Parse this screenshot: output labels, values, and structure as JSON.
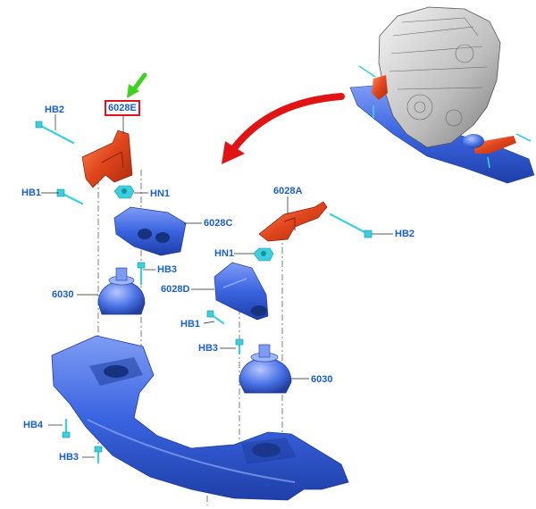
{
  "labels": {
    "hb2_top": "HB2",
    "part_6028e": "6028E",
    "hb1_left": "HB1",
    "hn1_left": "HN1",
    "part_6028c": "6028C",
    "part_6028a": "6028A",
    "hb2_right": "HB2",
    "hb3_left": "HB3",
    "hn1_right": "HN1",
    "part_6030_left": "6030",
    "part_6028d": "6028D",
    "hb1_right": "HB1",
    "hb3_right": "HB3",
    "part_6030_right": "6030",
    "hb4": "HB4",
    "hb3_bottom": "HB3"
  },
  "highlighted_part": "6028E",
  "colors": {
    "label": "#1a5fd0",
    "bracket_red": "#e0451c",
    "mount_blue": "#3a64e0",
    "crossmember_blue": "#2f5ee8",
    "bolt_cyan": "#3ad0e0",
    "arrow_red": "#e01414",
    "arrow_green": "#3cd21e",
    "highlight_box": "#e0141e"
  }
}
